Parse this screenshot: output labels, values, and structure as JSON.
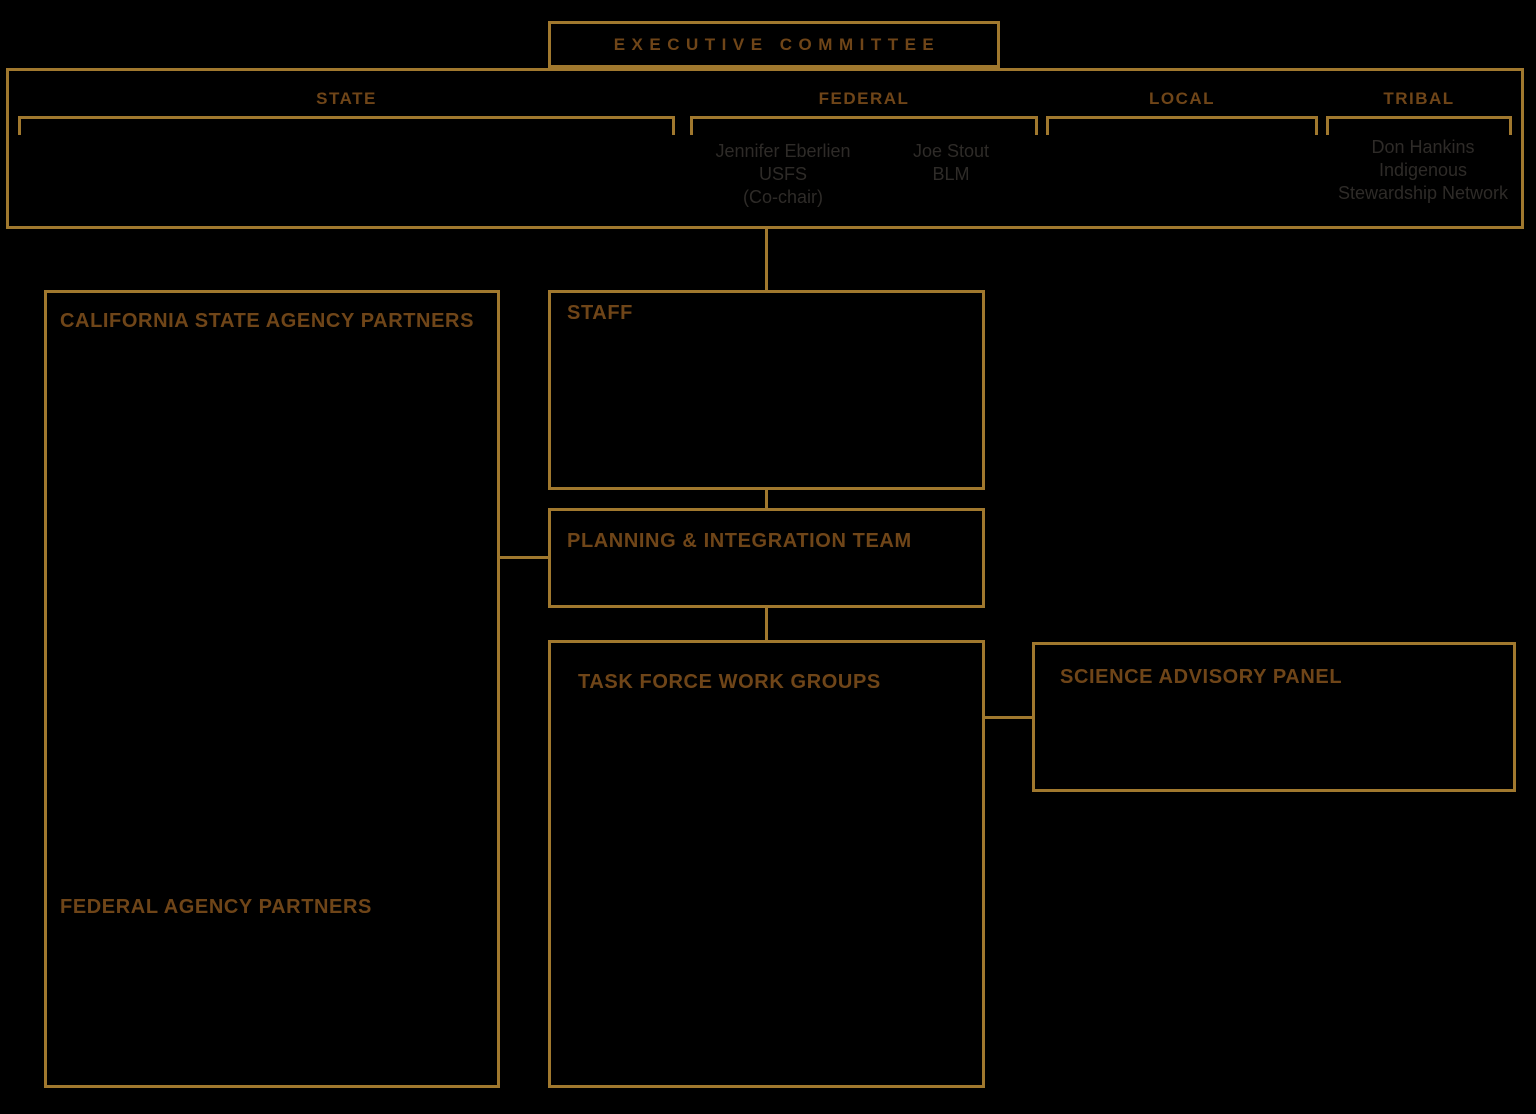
{
  "colors": {
    "background": "#000000",
    "line": "#a0782e",
    "heading": "#6f4518",
    "member": "#2e2b28"
  },
  "executive_committee": {
    "title": "EXECUTIVE COMMITTEE"
  },
  "committee_sections": [
    {
      "label": "STATE",
      "members": []
    },
    {
      "label": "FEDERAL",
      "members": [
        {
          "lines": [
            "Jennifer Eberlien",
            "USFS",
            "(Co-chair)"
          ]
        },
        {
          "lines": [
            "Joe Stout",
            "BLM"
          ]
        }
      ]
    },
    {
      "label": "LOCAL",
      "members": []
    },
    {
      "label": "TRIBAL",
      "members": [
        {
          "lines": [
            "Don Hankins",
            "Indigenous",
            "Stewardship Network"
          ]
        }
      ]
    }
  ],
  "boxes": {
    "partners": {
      "title_state": "CALIFORNIA STATE AGENCY PARTNERS",
      "title_federal": "FEDERAL AGENCY PARTNERS"
    },
    "staff": {
      "title": "STAFF"
    },
    "planning": {
      "title": "PLANNING & INTEGRATION TEAM"
    },
    "task_force": {
      "title": "TASK FORCE WORK GROUPS"
    },
    "science": {
      "title": "SCIENCE ADVISORY PANEL"
    }
  }
}
